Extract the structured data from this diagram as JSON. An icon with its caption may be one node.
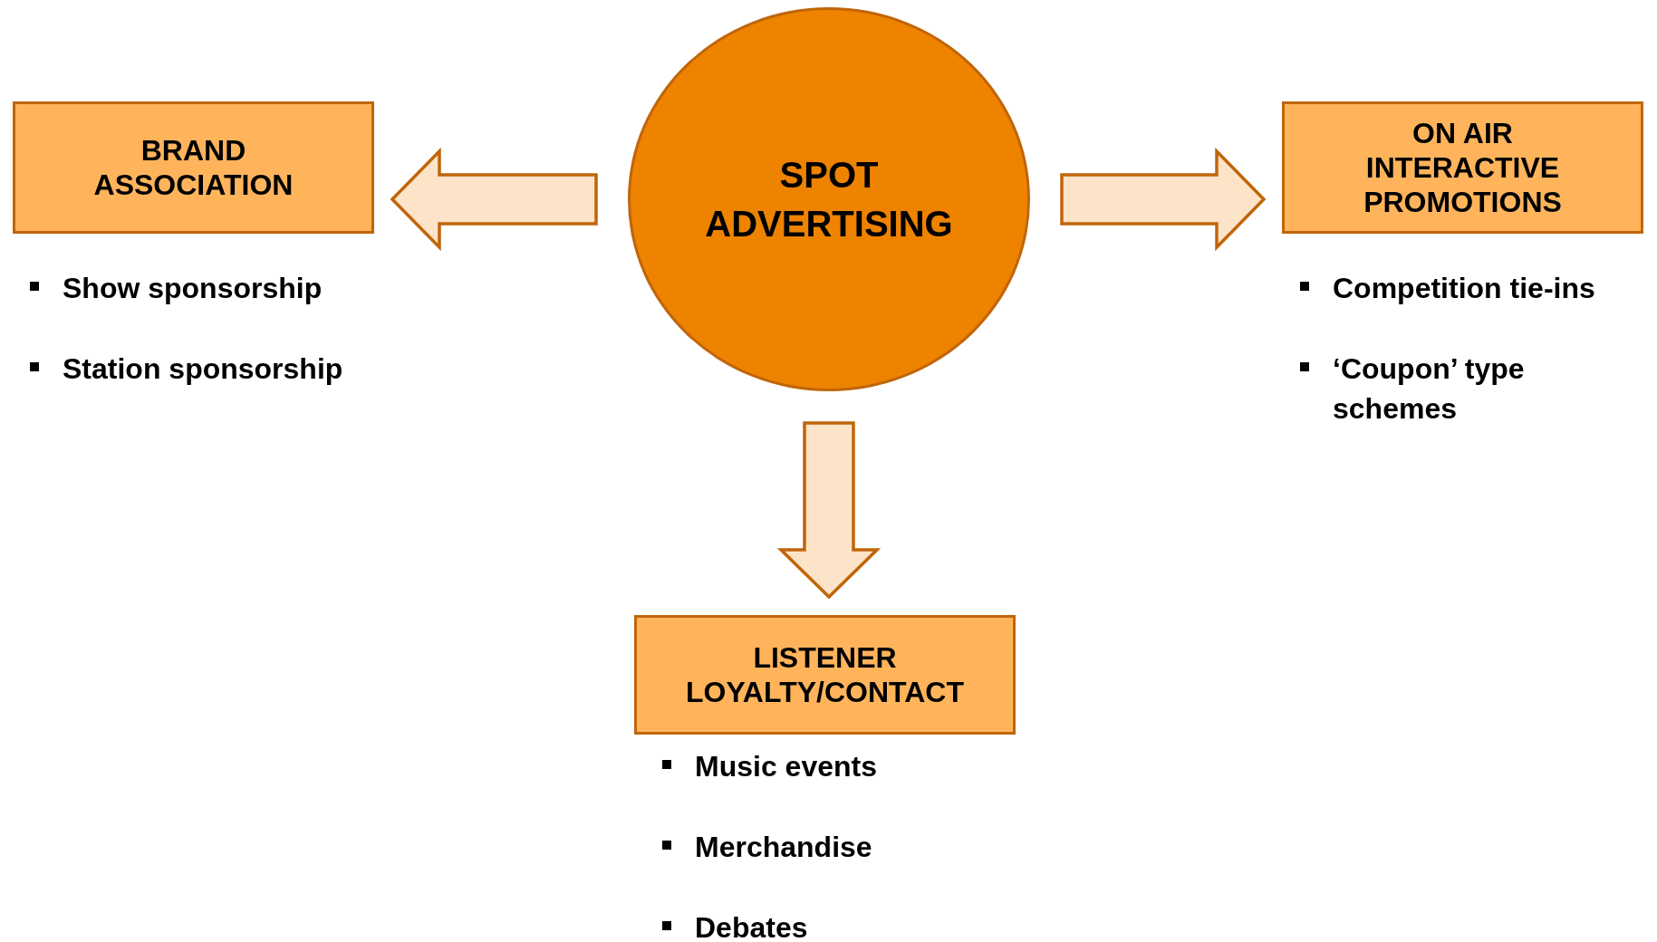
{
  "diagram": {
    "nodes": [
      {
        "text": [
          "BRAND ASSOCIATION"
        ],
        "beside": [
          "Show sponsorship",
          "Station sponsorship"
        ]
      },
      {
        "text": [
          "SPOT ADVERTISING"
        ]
      },
      {
        "text": [
          "ON AIR INTERACTIVE PROMOTIONS"
        ],
        "beside": [
          "Competition tie-ins",
          "‘Coupon’ type schemes"
        ]
      },
      {
        "text": [
          "LISTENER LOYALTY/CONTACT"
        ],
        "beside": [
          "Music events",
          "Merchandise",
          "Debates"
        ]
      }
    ],
    "edges": [
      {
        "from": 1,
        "to": 0,
        "arrow": "to"
      },
      {
        "from": 1,
        "to": 2,
        "arrow": "to"
      },
      {
        "from": 1,
        "to": 3,
        "arrow": "to"
      }
    ]
  }
}
